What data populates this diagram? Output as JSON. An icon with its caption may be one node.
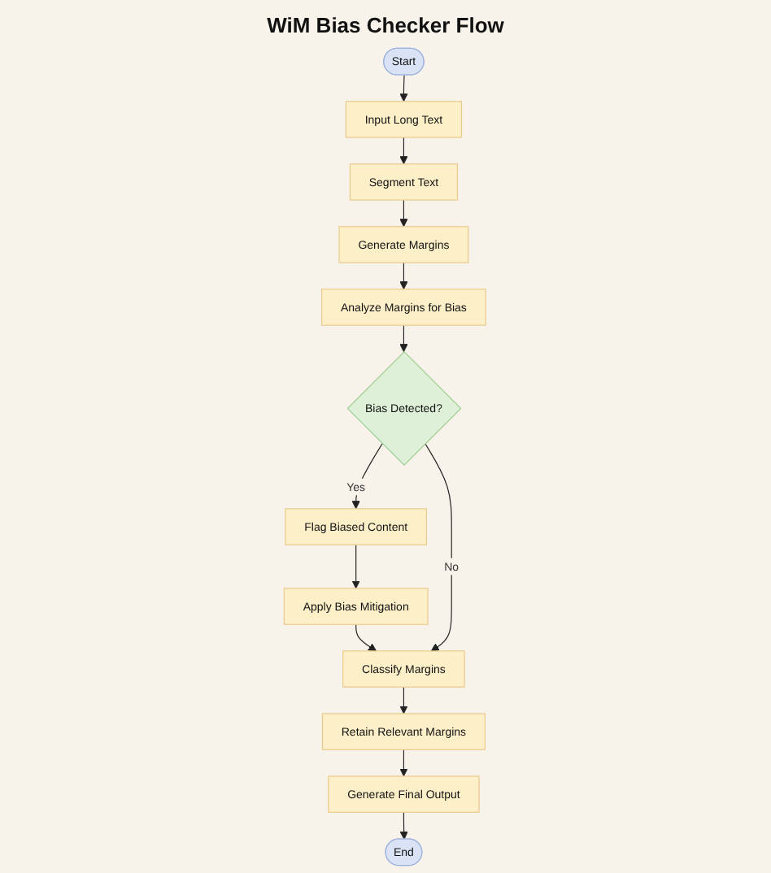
{
  "diagram": {
    "title": "WiM Bias Checker Flow",
    "nodes": [
      {
        "text": [
          "Start"
        ]
      },
      {
        "text": [
          "Input Long Text"
        ]
      },
      {
        "text": [
          "Segment Text"
        ]
      },
      {
        "text": [
          "Generate Margins"
        ]
      },
      {
        "text": [
          "Analyze Margins for Bias"
        ]
      },
      {
        "text": [
          "Bias Detected?"
        ]
      },
      {
        "text": [
          "Flag Biased Content"
        ]
      },
      {
        "text": [
          "Apply Bias Mitigation"
        ]
      },
      {
        "text": [
          "Classify Margins"
        ]
      },
      {
        "text": [
          "Retain Relevant Margins"
        ]
      },
      {
        "text": [
          "Generate Final Output"
        ]
      },
      {
        "text": [
          "End"
        ]
      }
    ],
    "edges": [
      {
        "from": 0,
        "to": 1,
        "arrow": "to"
      },
      {
        "from": 1,
        "to": 2,
        "arrow": "to"
      },
      {
        "from": 2,
        "to": 3,
        "arrow": "to"
      },
      {
        "from": 3,
        "to": 4,
        "arrow": "to"
      },
      {
        "from": 4,
        "to": 5,
        "arrow": "to"
      },
      {
        "from": 5,
        "to": 6,
        "arrow": "to",
        "label": "Yes"
      },
      {
        "from": 6,
        "to": 7,
        "arrow": "to"
      },
      {
        "from": 7,
        "to": 8,
        "arrow": "to"
      },
      {
        "from": 5,
        "to": 8,
        "arrow": "to",
        "label": "No"
      },
      {
        "from": 8,
        "to": 9,
        "arrow": "to"
      },
      {
        "from": 9,
        "to": 10,
        "arrow": "to"
      },
      {
        "from": 10,
        "to": 11,
        "arrow": "to"
      }
    ]
  }
}
